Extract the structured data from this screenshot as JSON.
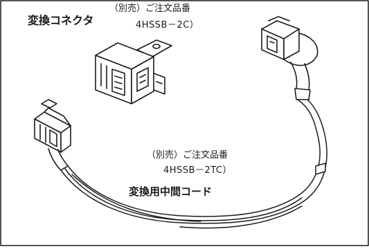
{
  "labels": {
    "converter_connector": "変換コネクタ",
    "converter_sold_separately": "（別売）ご注文品番",
    "converter_part_number": "4HSSB－2C）",
    "harness_sold_separately": "（別売）ご注文品番",
    "harness_part_number": "4HSSB－2TC）",
    "intermediate_cord": "変換用中間コード"
  },
  "colors": {
    "line": "#1a1a1a",
    "paper": "#ffffff"
  }
}
